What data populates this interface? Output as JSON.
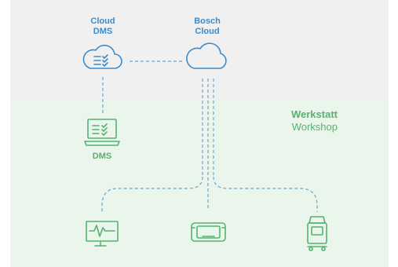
{
  "colors": {
    "cloud_zone_bg": "#f0f0f1",
    "workshop_zone_bg": "#eaf5eb",
    "blue": "#3d8bc8",
    "green": "#56b26f",
    "connector": "#6ea3cf"
  },
  "nodes": {
    "cloud_dms": {
      "line1": "Cloud",
      "line2": "DMS",
      "icon": "cloud-checklist-icon"
    },
    "bosch_cloud": {
      "line1": "Bosch",
      "line2": "Cloud",
      "icon": "cloud-icon"
    },
    "dms": {
      "label": "DMS",
      "icon": "laptop-checklist-icon"
    },
    "devices": [
      {
        "icon": "monitor-waveform-icon"
      },
      {
        "icon": "vehicle-interface-icon"
      },
      {
        "icon": "test-cart-icon"
      }
    ]
  },
  "workshop": {
    "title": "Werkstatt",
    "subtitle": "Workshop"
  }
}
